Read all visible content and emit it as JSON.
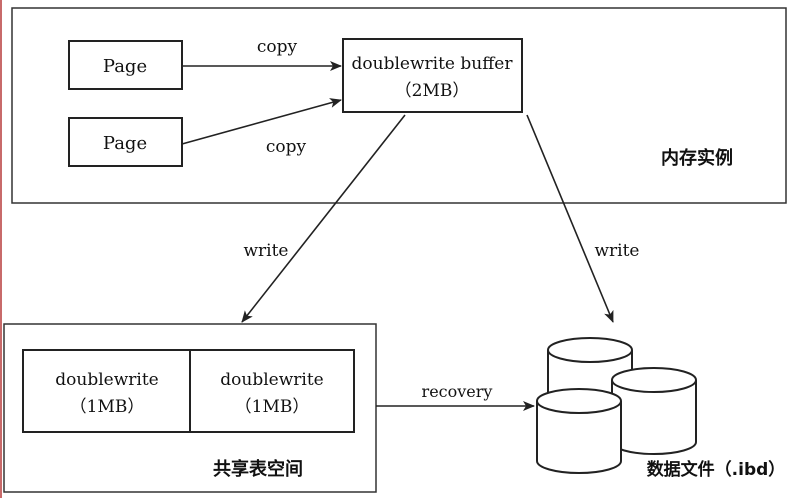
{
  "memory": {
    "region_label": "内存实例",
    "pages": [
      "Page",
      "Page"
    ],
    "buffer": {
      "title": "doublewrite buffer",
      "size": "（2MB）"
    },
    "copy_labels": [
      "copy",
      "copy"
    ]
  },
  "arrows": {
    "write_left": "write",
    "write_right": "write",
    "recovery": "recovery"
  },
  "shared_tablespace": {
    "region_label": "共享表空间",
    "blocks": [
      {
        "title": "doublewrite",
        "size": "（1MB）"
      },
      {
        "title": "doublewrite",
        "size": "（1MB）"
      }
    ]
  },
  "data_files": {
    "label": "数据文件（.ibd）"
  },
  "colors": {
    "line": "#222222",
    "background": "#ffffff",
    "left_edge": "#c86a6a"
  }
}
